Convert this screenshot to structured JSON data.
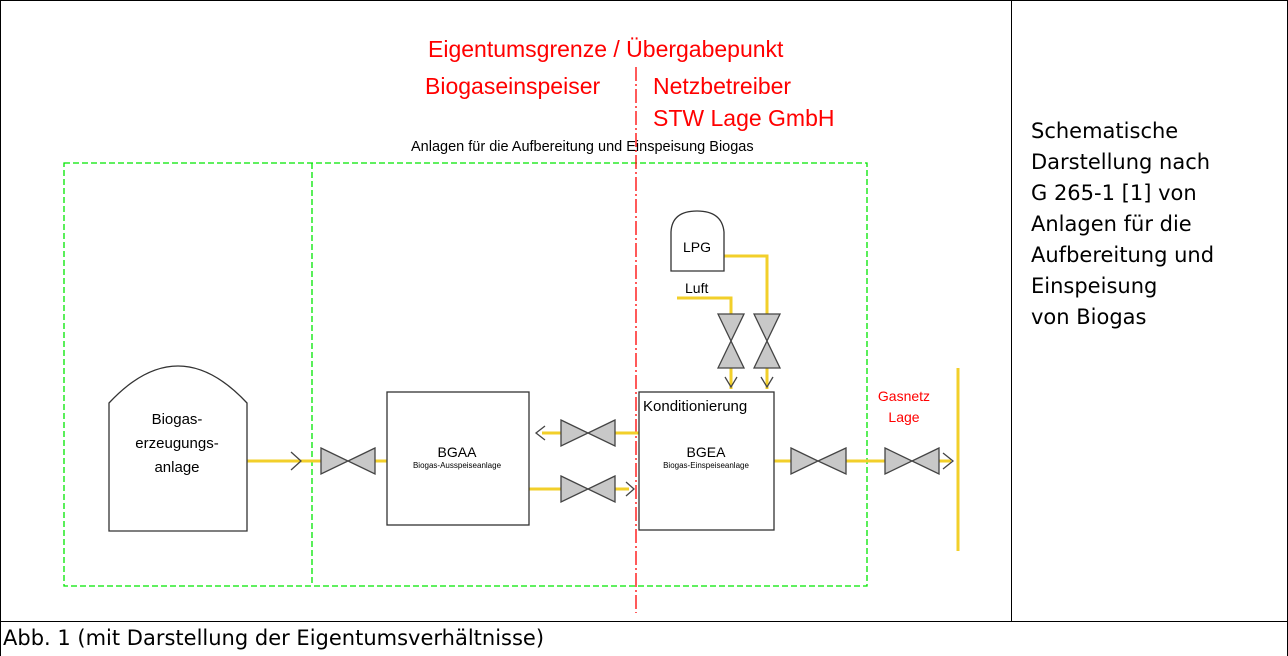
{
  "diagram": {
    "ownership": {
      "boundary_title": "Eigentumsgrenze / Übergabepunkt",
      "left_owner": "Biogaseinspeiser",
      "right_owner_line1": "Netzbetreiber",
      "right_owner_line2": "STW Lage GmbH"
    },
    "plant_caption": "Anlagen für die Aufbereitung und Einspeisung Biogas",
    "producer": {
      "line1": "Biogas-",
      "line2": "erzeugungs-",
      "line3": "anlage"
    },
    "bgaa": {
      "title": "BGAA",
      "subtitle": "Biogas-Ausspeiseanlage"
    },
    "bgea": {
      "header": "Konditionierung",
      "title": "BGEA",
      "subtitle": "Biogas-Einspeiseanlage"
    },
    "lpg_label": "LPG",
    "air_label": "Luft",
    "grid": {
      "line1": "Gasnetz",
      "line2": "Lage"
    },
    "colors": {
      "pipe": "#f2cf2a",
      "boundary": "#ff0000",
      "zone": "#00e600",
      "valve_fill": "#c8c8c8"
    }
  },
  "side_text": [
    "Schematische",
    "Darstellung nach",
    "G 265-1 [1] von",
    "Anlagen für die",
    "Aufbereitung und",
    "Einspeisung",
    "von Biogas"
  ],
  "caption": "Abb. 1 (mit Darstellung der Eigentumsverhältnisse)"
}
